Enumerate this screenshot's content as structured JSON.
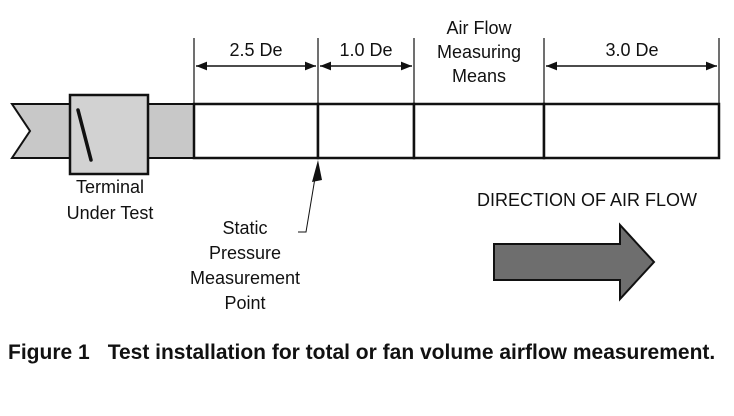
{
  "dimensions": {
    "dim_1": "2.5 De",
    "dim_2": "1.0 De",
    "dim_3": [
      "Air Flow",
      "Measuring",
      "Means"
    ],
    "dim_4": "3.0 De"
  },
  "terminal_label": [
    "Terminal",
    "Under Test"
  ],
  "static_pressure_label": [
    "Static",
    "Pressure",
    "Measurement",
    "Point"
  ],
  "flow_direction_label": "DIRECTION OF AIR FLOW",
  "caption": {
    "number": "Figure 1",
    "text": "Test installation for total or fan volume airflow measurement."
  },
  "colors": {
    "duct_fill_grey": "#c8c8c8",
    "arrow_fill": "#6e6e6e",
    "line": "#111111"
  }
}
